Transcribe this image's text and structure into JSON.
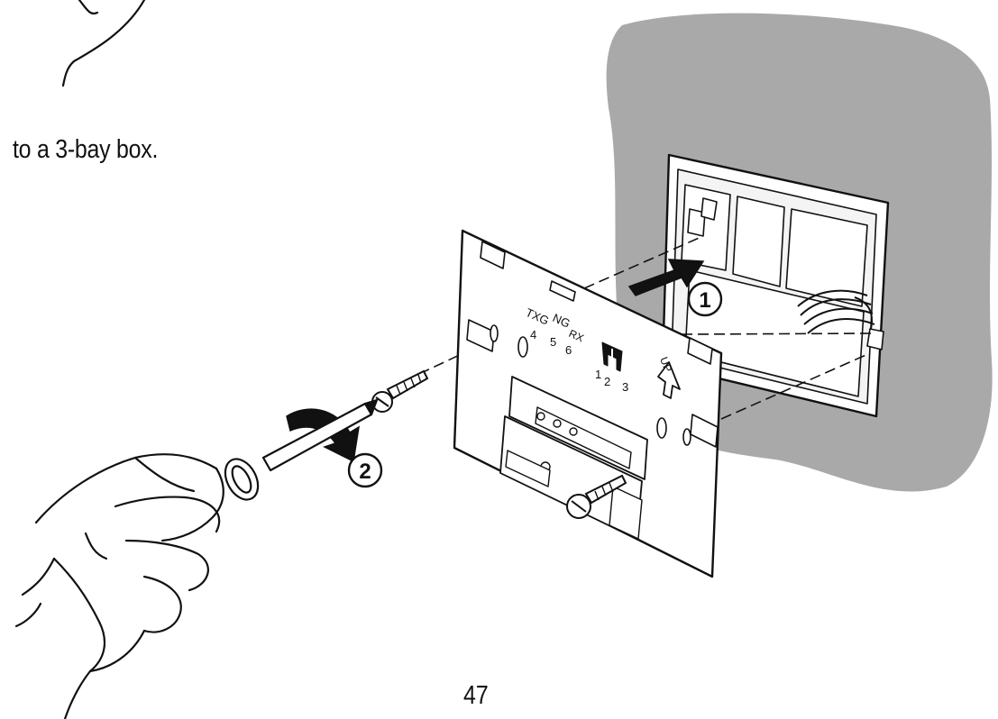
{
  "page": {
    "caption": "to a 3-bay box.",
    "page_number": "47"
  },
  "illustration": {
    "plate_labels": {
      "txg": "TXG",
      "ng": "NG",
      "rx": "RX",
      "num_4": "4",
      "num_5": "5",
      "num_6": "6",
      "num_1": "1",
      "num_2": "2",
      "num_3": "3",
      "up": "UP"
    },
    "step_1": "1",
    "step_2": "2",
    "colors": {
      "wall": "#a9a9a9",
      "line": "#111111",
      "paper": "#ffffff"
    }
  }
}
